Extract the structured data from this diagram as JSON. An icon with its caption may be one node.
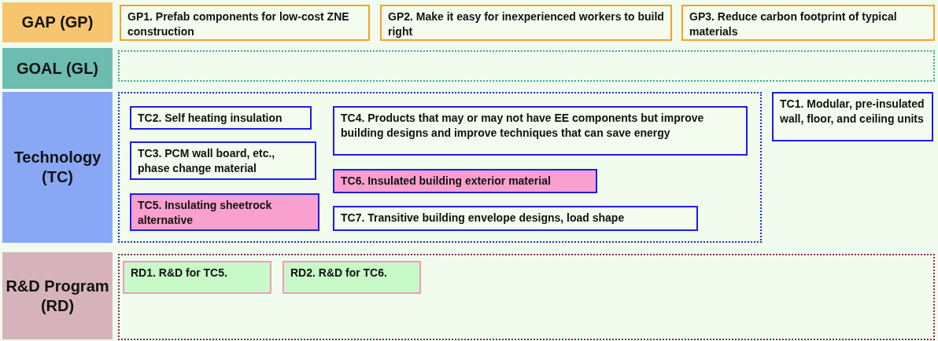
{
  "diagram": {
    "nodes": [
      {
        "text": [
          "GAP (GP)"
        ]
      },
      {
        "text": [
          "GP1. Prefab components for low-cost ZNE construction"
        ]
      },
      {
        "text": [
          "GP2. Make it easy for inexperienced workers to build right"
        ]
      },
      {
        "text": [
          "GP3. Reduce carbon footprint of typical materials"
        ]
      },
      {
        "text": [
          "GOAL (GL)"
        ]
      },
      {
        "text": [],
        "shape": "box"
      },
      {
        "text": [
          "Technology (TC)"
        ]
      },
      {
        "text": [],
        "shape": "box"
      },
      {
        "text": [
          "TC2. Self heating insulation"
        ],
        "in": 7
      },
      {
        "text": [
          "TC4. Products that may or may not have EE components but improve building designs and improve techniques that can save energy"
        ],
        "in": 7
      },
      {
        "text": [
          "TC3. PCM wall board, etc., phase change material"
        ],
        "in": 7
      },
      {
        "text": [
          "TC6. Insulated building exterior material"
        ],
        "in": 7
      },
      {
        "text": [
          "TC5. Insulating sheetrock alternative"
        ],
        "in": 7
      },
      {
        "text": [
          "TC7. Transitive building envelope designs, load shape"
        ],
        "in": 7
      },
      {
        "text": [
          "TC1. Modular, pre-insulated wall, floor, and ceiling units"
        ]
      },
      {
        "text": [
          "R&D Program (RD)"
        ]
      },
      {
        "text": [],
        "shape": "box"
      },
      {
        "text": [
          "RD1. R&D for TC5."
        ],
        "in": 16
      },
      {
        "text": [
          "RD2. R&D for TC6."
        ],
        "in": 16
      }
    ],
    "edges": []
  }
}
